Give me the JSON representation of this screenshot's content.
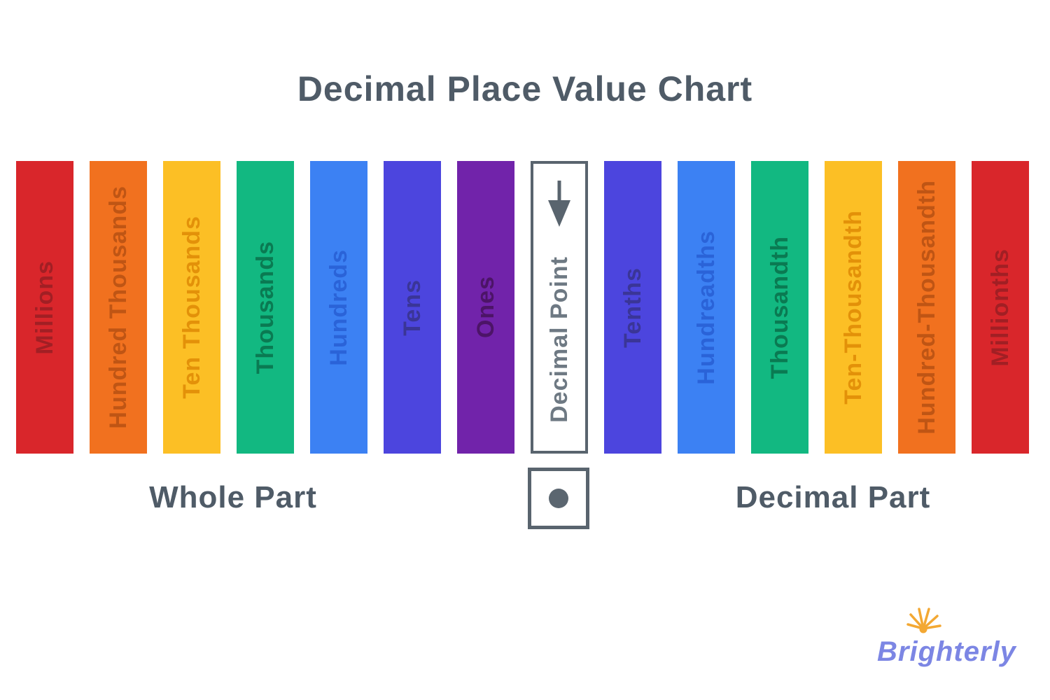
{
  "title": "Decimal Place Value Chart",
  "columns": [
    {
      "label": "Millions",
      "bg": "#d9262b",
      "fg": "#a11f24"
    },
    {
      "label": "Hundred Thousands",
      "bg": "#f1711f",
      "fg": "#bf5514"
    },
    {
      "label": "Ten Thousands",
      "bg": "#fcbf25",
      "fg": "#e39109"
    },
    {
      "label": "Thousands",
      "bg": "#12b881",
      "fg": "#0a7a52"
    },
    {
      "label": "Hundreds",
      "bg": "#3c81f3",
      "fg": "#2a63d8"
    },
    {
      "label": "Tens",
      "bg": "#4c45de",
      "fg": "#3a3597"
    },
    {
      "label": "Ones",
      "bg": "#7123aa",
      "fg": "#4c1467"
    },
    {
      "label": "Decimal Point",
      "bg": "#ffffff",
      "fg": "#6e7983",
      "decimal_point": true,
      "border": "#59646e",
      "icon": "arrow-down-icon"
    },
    {
      "label": "Tenths",
      "bg": "#4c45de",
      "fg": "#3a3597"
    },
    {
      "label": "Hundreadths",
      "bg": "#3c81f3",
      "fg": "#2a63d8"
    },
    {
      "label": "Thousandth",
      "bg": "#12b881",
      "fg": "#0a7a52"
    },
    {
      "label": "Ten-Thousandth",
      "bg": "#fcbf25",
      "fg": "#e39109"
    },
    {
      "label": "Hundred-Thousandth",
      "bg": "#f1711f",
      "fg": "#bf5514"
    },
    {
      "label": "Millionths",
      "bg": "#d9262b",
      "fg": "#a11f24"
    }
  ],
  "sections": {
    "whole_label": "Whole Part",
    "decimal_label": "Decimal Part"
  },
  "decimal_marker": {
    "icon": "decimal-dot-icon",
    "color": "#5b6670",
    "border_color": "#59646e"
  },
  "brand": {
    "name": "Brighterly",
    "text_color": "#7c86e4",
    "sun_color": "#f3a833",
    "icon": "sun-icon"
  },
  "colors": {
    "heading_text": "#4f5b67",
    "background": "#ffffff"
  }
}
